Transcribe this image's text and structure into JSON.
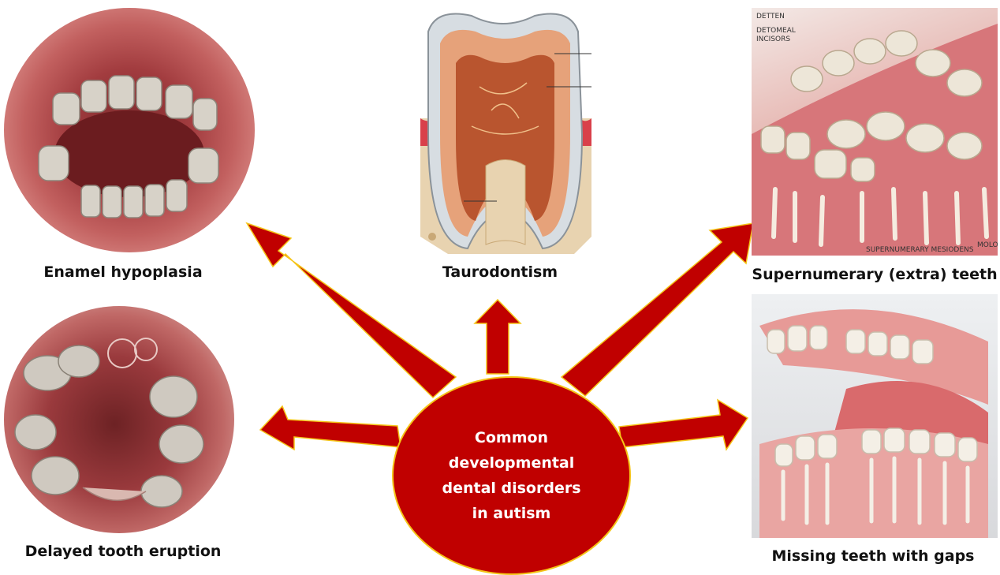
{
  "center": {
    "text": "Common\ndevelopmental\ndental disorders\nin autism"
  },
  "labels": {
    "enamel": "Enamel hypoplasia",
    "taurodontism": "Taurodontism",
    "supernumerary": "Supernumerary (extra) teeth",
    "delayed": "Delayed tooth eruption",
    "missing": "Missing teeth with gaps"
  },
  "annotations": {
    "top_left_1": "DETTEN",
    "top_left_2": "DETOMEAL",
    "top_left_3": "INCISORS",
    "bottom_1": "SUPERNUMERARY MESIODENS",
    "bottom_2": "MOLO"
  },
  "colors": {
    "arrow_fill": "#c00000",
    "arrow_stroke": "#f5c518",
    "gum": "#b8484a",
    "tooth": "#e8e2d6"
  }
}
